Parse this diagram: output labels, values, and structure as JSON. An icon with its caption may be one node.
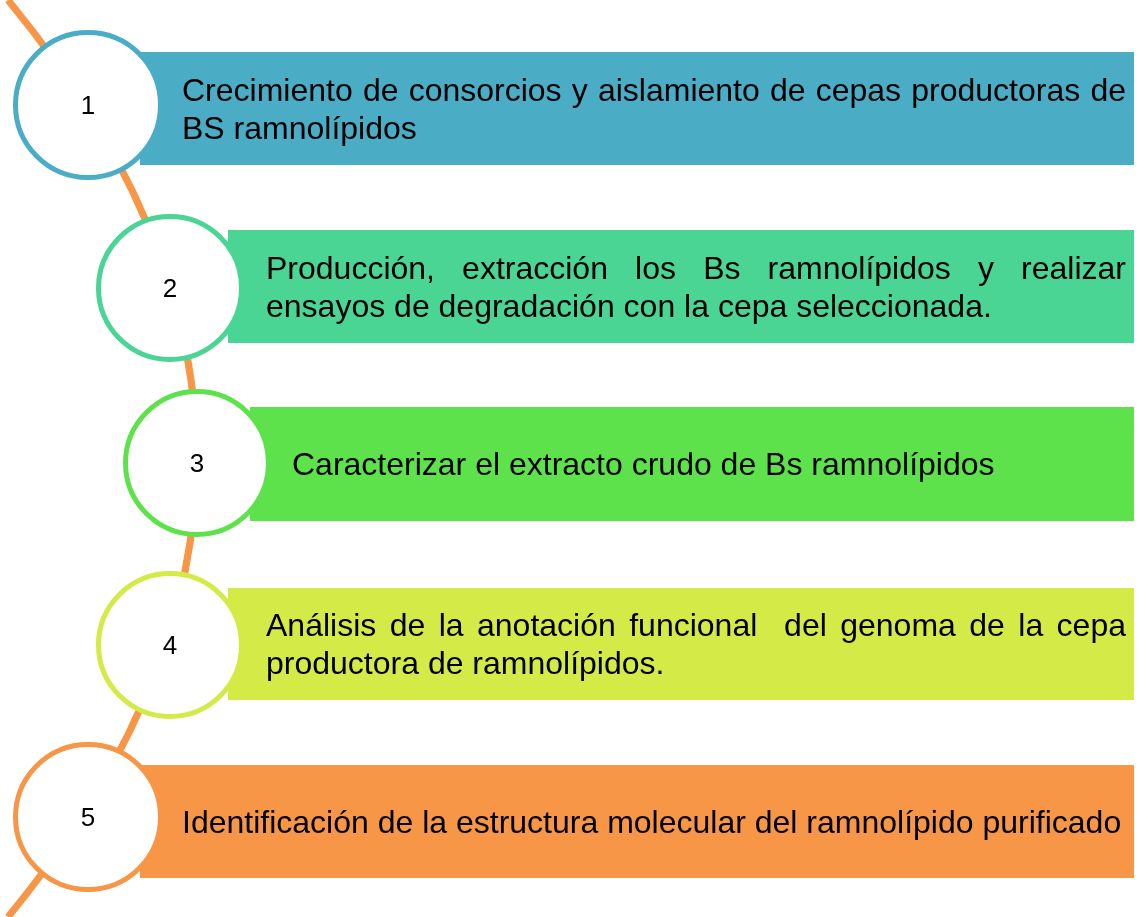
{
  "diagram": {
    "nodes": [
      {
        "text": [
          "1"
        ]
      },
      {
        "text": [
          "Crecimiento de consorcios y aislamiento de cepas productoras de BS ramnolípidos"
        ]
      },
      {
        "text": [
          "2"
        ]
      },
      {
        "text": [
          "Producción, extracción los Bs ramnolípidos y realizar ensayos de degradación con la cepa seleccionada."
        ]
      },
      {
        "text": [
          "3"
        ]
      },
      {
        "text": [
          "Caracterizar el extracto crudo de Bs ramnolípidos"
        ]
      },
      {
        "text": [
          "4"
        ]
      },
      {
        "text": [
          "Análisis de la anotación funcional  del genoma de la cepa productora de ramnolípidos."
        ]
      },
      {
        "text": [
          "5"
        ]
      },
      {
        "text": [
          "Identificación de la estructura molecular del ramnolípido purificado"
        ]
      }
    ]
  }
}
